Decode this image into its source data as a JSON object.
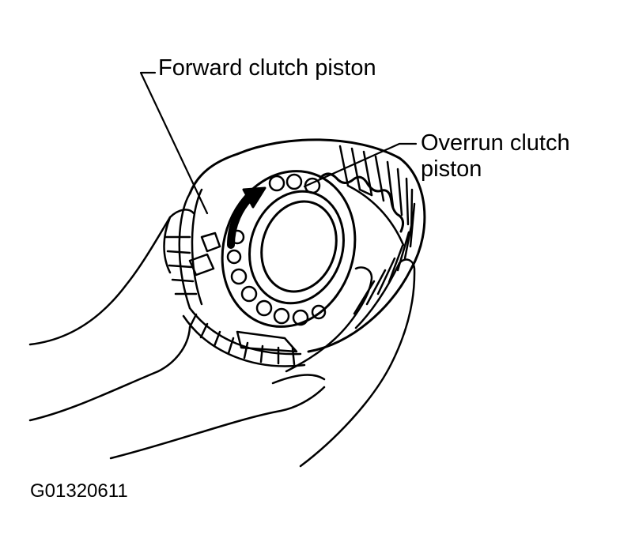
{
  "labels": {
    "forward_clutch_piston": "Forward clutch piston",
    "overrun_clutch_piston_line1": "Overrun clutch",
    "overrun_clutch_piston_line2": "piston",
    "figure_code": "G01320611"
  },
  "colors": {
    "ink": "#000000",
    "paper": "#ffffff"
  }
}
